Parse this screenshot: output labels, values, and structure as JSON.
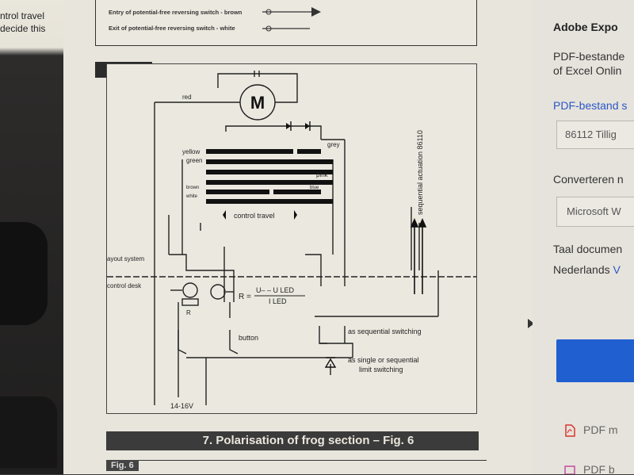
{
  "left_text": {
    "line1": "ntrol travel",
    "line2": "decide this"
  },
  "legend": {
    "entry_label": "Entry of potential-free reversing switch - brown",
    "exit_label": "Exit of potential-free reversing switch - white"
  },
  "diagram": {
    "motor_label": "M",
    "red_label": "red",
    "yellow_label": "yellow",
    "green_label": "green",
    "brown_label": "brown",
    "white_label": "white",
    "grey_label": "grey",
    "pink_label": "pink",
    "blue_label": "blue",
    "control_travel_label": "control travel",
    "sequential_actuation_label": "sequential actuation 86110",
    "layout_system_label": "ayout system",
    "control_desk_label": "control desk",
    "resistor_label": "R",
    "formula_lhs": "R =",
    "formula_numerator": "U– – U LED",
    "formula_denominator": "I LED",
    "button_label": "button",
    "sequential_switching_label": "as sequential switching",
    "single_or_sequential_line1": "as single or sequential",
    "single_or_sequential_line2": "limit switching",
    "voltage_label": "14-16V"
  },
  "section": {
    "header": "7. Polarisation of frog section – Fig. 6",
    "next_fig": "Fig. 6"
  },
  "adobe_panel": {
    "title": "Adobe Expo",
    "desc_line1": "PDF-bestande",
    "desc_line2": "of Excel Onlin",
    "pdf_file_link": "PDF-bestand s",
    "file_name": "86112 Tillig",
    "convert_label": "Converteren n",
    "convert_value": "Microsoft W",
    "language_label": "Taal documen",
    "language_value": "Nederlands",
    "language_change": "V",
    "item1": "PDF m",
    "item2": "PDF b"
  },
  "colors": {
    "accent_blue": "#1f5fd0",
    "link_blue": "#2a57c8",
    "pdf_red": "#d8362c",
    "pdf_pink": "#c44da0"
  }
}
